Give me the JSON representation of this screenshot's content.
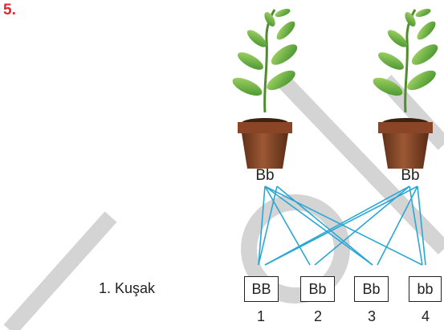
{
  "question": {
    "number": "5."
  },
  "parents": [
    {
      "genotype": "Bb"
    },
    {
      "genotype": "Bb"
    }
  ],
  "generation": {
    "label": "1. Kuşak"
  },
  "offspring": [
    {
      "genotype": "BB",
      "number": "1"
    },
    {
      "genotype": "Bb",
      "number": "2"
    },
    {
      "genotype": "Bb",
      "number": "3"
    },
    {
      "genotype": "bb",
      "number": "4"
    }
  ],
  "colors": {
    "question_number": "#e3262f",
    "cross_lines": "#2aa7d6",
    "watermark": "#d4d4d4",
    "pot": "#8b4a2b",
    "leaf": "#6db33f"
  }
}
